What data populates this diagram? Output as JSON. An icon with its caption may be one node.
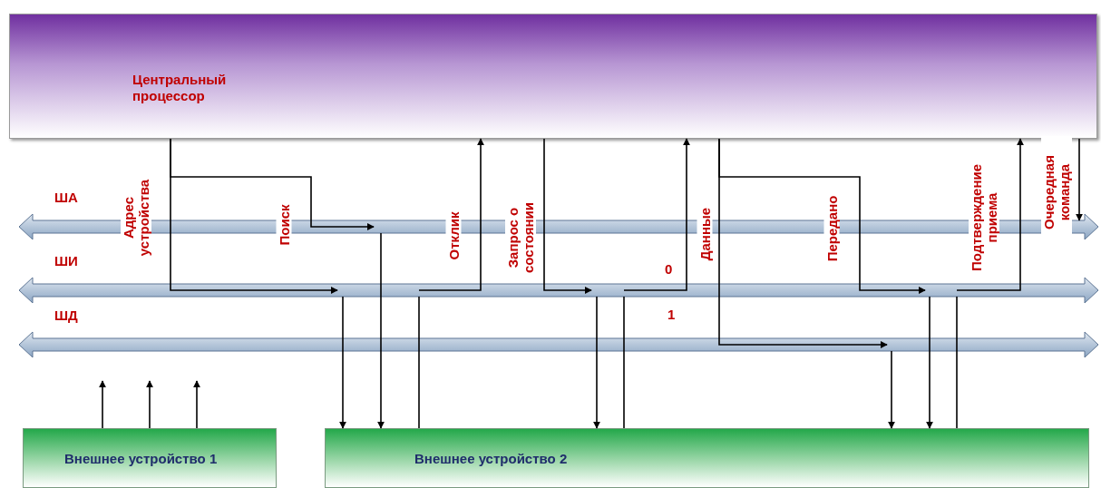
{
  "diagram": {
    "nodes": [
      {
        "text": [
          "Центральный процессор"
        ]
      },
      {
        "text": [
          "ША"
        ]
      },
      {
        "text": [
          "ШИ"
        ]
      },
      {
        "text": [
          "ШД"
        ]
      },
      {
        "text": [
          "Внешнее устройство 1"
        ]
      },
      {
        "text": [
          "Внешнее устройство 2"
        ]
      }
    ],
    "edges": [
      {
        "from": 0,
        "to": 2,
        "arrow": "to",
        "label": "Адрес устройства"
      },
      {
        "from": 0,
        "to": 1,
        "arrow": "to",
        "label": "Поиск"
      },
      {
        "from": 2,
        "to": 5,
        "arrow": "to"
      },
      {
        "from": 1,
        "to": 5,
        "arrow": "to"
      },
      {
        "from": 5,
        "to": 2,
        "arrow": "none"
      },
      {
        "from": 2,
        "to": 0,
        "arrow": "to",
        "label": "Отклик"
      },
      {
        "from": 0,
        "to": 2,
        "arrow": "to",
        "label": "Запрос о состоянии"
      },
      {
        "from": 2,
        "to": 5,
        "arrow": "to"
      },
      {
        "from": 5,
        "to": 2,
        "arrow": "none"
      },
      {
        "from": 2,
        "to": 0,
        "arrow": "to",
        "label": "Данные"
      },
      {
        "from": 0,
        "to": 2,
        "arrow": "to",
        "label": "Передано"
      },
      {
        "from": 0,
        "to": 3,
        "arrow": "to"
      },
      {
        "from": 3,
        "to": 5,
        "arrow": "to"
      },
      {
        "from": 2,
        "to": 5,
        "arrow": "to"
      },
      {
        "from": 5,
        "to": 2,
        "arrow": "none"
      },
      {
        "from": 2,
        "to": 0,
        "arrow": "to",
        "label": "Подтверждение приема"
      },
      {
        "from": 0,
        "to": 1,
        "arrow": "to",
        "label": "Очередная команда"
      },
      {
        "from": 4,
        "to": null,
        "arrow": "to"
      },
      {
        "from": 4,
        "to": null,
        "arrow": "to"
      },
      {
        "from": 4,
        "to": null,
        "arrow": "to"
      }
    ],
    "labels": [
      "0",
      "1"
    ]
  }
}
